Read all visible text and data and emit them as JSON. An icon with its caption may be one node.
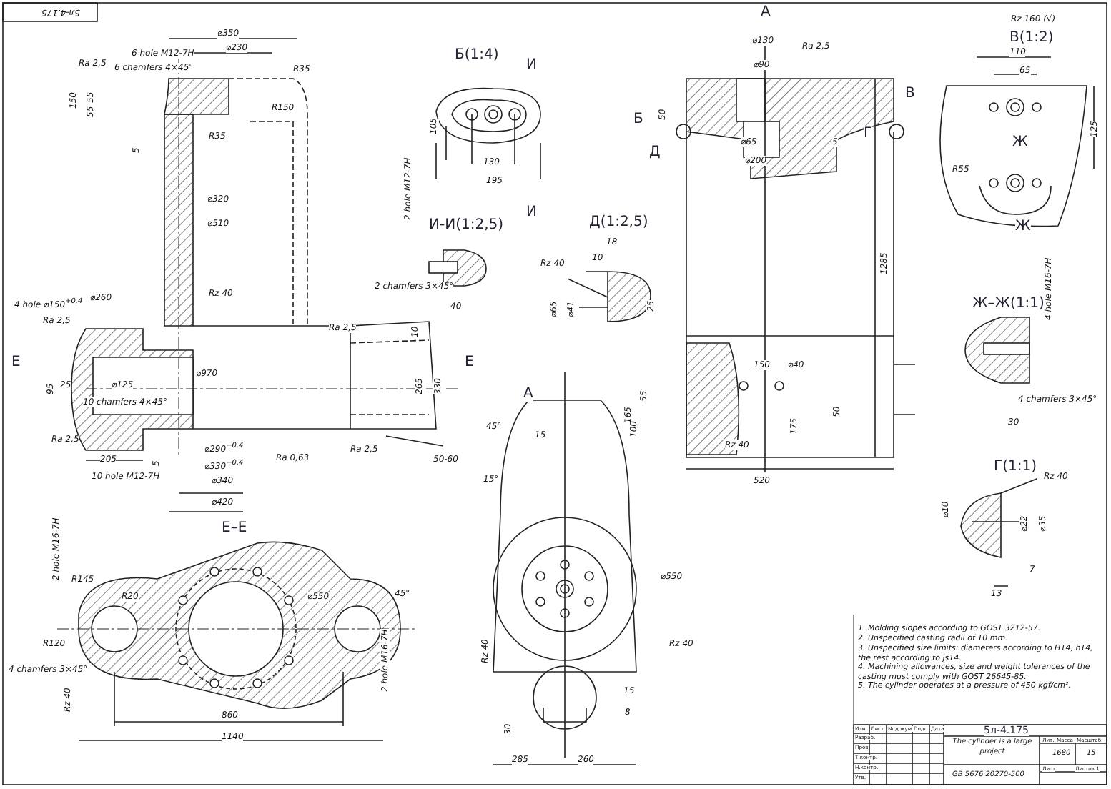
{
  "diagram": {
    "labels": [
      "5л-4.175",
      "⌀350",
      "⌀230",
      "6 hole M12-7H",
      "Ra 2,5",
      "6 chamfers 4×45°",
      "R35",
      "55",
      "55",
      "150",
      "R150",
      "5",
      "R35",
      "⌀320",
      "⌀510",
      "4 hole ⌀150$^{+0,4}$",
      "⌀260",
      "Ra 2,5",
      "Rz 40",
      "E",
      "95",
      "25",
      "⌀125",
      "10 chamfers 4×45°",
      "⌀970",
      "Ra 2,5",
      "10",
      "265",
      "330",
      "E",
      "Ra 2,5",
      "205",
      "10 hole M12-7H",
      "5",
      "⌀290$^{+0,4}$",
      "⌀330$^{+0,4}$",
      "⌀340",
      "⌀420",
      "Ra 0,63",
      "Ra 2,5",
      "50-60",
      "2 chamfers 3×45°",
      "40",
      "Б(1:4)",
      "И",
      "И",
      "105",
      "130",
      "195",
      "И-И(1:2,5)",
      "2 hole M12-7H",
      "Д(1:2,5)",
      "Rz 40",
      "18",
      "10",
      "⌀65",
      "⌀41",
      "25",
      "А",
      "⌀130",
      "⌀90",
      "Ra 2,5",
      "Б",
      "50",
      "Д",
      "⌀65",
      "⌀200",
      "5",
      "В",
      "Г",
      "1285",
      "150",
      "⌀40",
      "50",
      "55",
      "165",
      "100",
      "175",
      "Rz 40",
      "520",
      "Rz 160 (√)",
      "В(1:2)",
      "110",
      "65",
      "125",
      "Ж",
      "Ж",
      "R55",
      "Ж–Ж(1:1)",
      "4 hole M16-7H",
      "4 chamfers 3×45°",
      "30",
      "Г(1:1)",
      "Rz 40",
      "⌀10",
      "⌀22",
      "⌀35",
      "7",
      "13",
      "Е–Е",
      "2 hole M16-7H",
      "R145",
      "R20",
      "⌀550",
      "45°",
      "R120",
      "4 chamfers 3×45°",
      "Rz 40",
      "2 hole M16-7H",
      "860",
      "1140",
      "А",
      "45°",
      "15",
      "15°",
      "⌀550",
      "Rz 40",
      "Rz 40",
      "15",
      "30",
      "8",
      "285",
      "260",
      "1. Molding slopes according to GOST 3212-57.",
      "2. Unspecified casting radii of 10 mm.",
      "3. Unspecified size limits: diameters according to H14, h14, the rest according to js14.",
      "4. Machining allowances, size and weight tolerances of the casting must comply with GOST 26645-85.",
      "5. The cylinder operates at a pressure of 450 kgf/cm².",
      "5л-4.175",
      "The cylinder is a large project",
      "GB 5676 20270-500",
      "1680",
      "15",
      "Лит.",
      "Масса",
      "Масштаб",
      "Лист",
      "Листов 1",
      "Изм.",
      "Лист",
      "№ докум.",
      "Подп.",
      "Дата",
      "Разраб.",
      "Пров.",
      "Т.контр.",
      "Н.контр.",
      "Утв."
    ]
  }
}
